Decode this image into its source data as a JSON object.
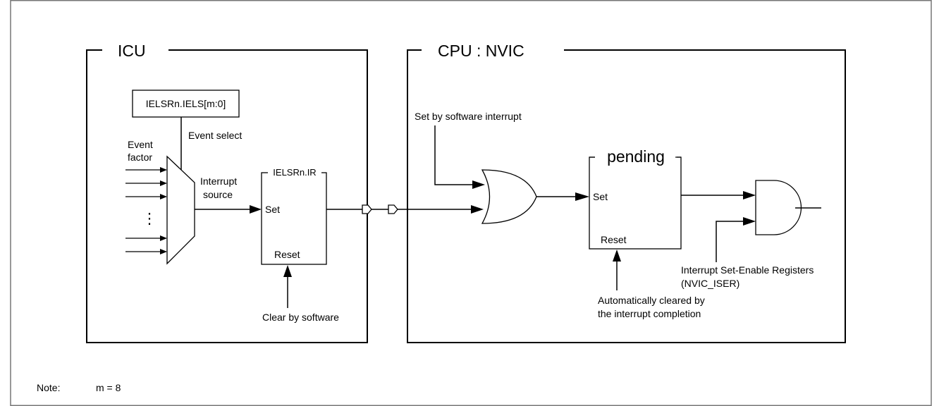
{
  "diagram": {
    "icu": {
      "title": "ICU",
      "register_label": "IELSRn.IELS[m:0]",
      "event_select": "Event select",
      "event_factor_line1": "Event",
      "event_factor_line2": "factor",
      "interrupt_source_line1": "Interrupt",
      "interrupt_source_line2": "source",
      "ir_register": "IELSRn.IR",
      "ir_set": "Set",
      "ir_reset": "Reset",
      "clear_label": "Clear by software",
      "ellipsis": "⋮"
    },
    "cpu": {
      "title": "CPU : NVIC",
      "sw_interrupt": "Set by software interrupt",
      "pending_title": "pending",
      "pending_set": "Set",
      "pending_reset": "Reset",
      "auto_clear_line1": "Automatically cleared by",
      "auto_clear_line2": "the interrupt completion",
      "iser_line1": "Interrupt Set-Enable Registers",
      "iser_line2": "(NVIC_ISER)"
    },
    "note_label": "Note:",
    "note_value": "m = 8"
  }
}
